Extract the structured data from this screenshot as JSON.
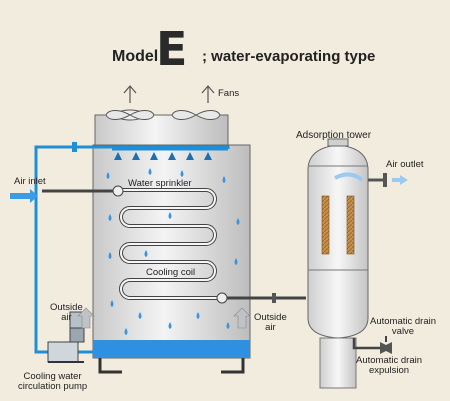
{
  "title": {
    "model": "Model",
    "letter": "E",
    "type": "; water-evaporating type"
  },
  "labels": {
    "fans": "Fans",
    "adsorption_tower": "Adsorption tower",
    "air_inlet": "Air inlet",
    "water_sprinkler": "Water sprinkler",
    "air_outlet": "Air outlet",
    "cooling_coil": "Cooling coil",
    "outside_air_left": "Outside\nair",
    "outside_air_right": "Outside\nair",
    "automatic_drain_valve": "Automatic drain\nvalve",
    "automatic_drain_expulsion": "Automatic drain\nexpulsion",
    "cooling_water_pump": "Cooling water\ncirculation pump"
  },
  "colors": {
    "background": "#f2ecde",
    "pipe_blue": "#1d8fd6",
    "water_blue": "#2f8fe0",
    "tower_body": "#d9d9d9",
    "outline": "#555555"
  }
}
